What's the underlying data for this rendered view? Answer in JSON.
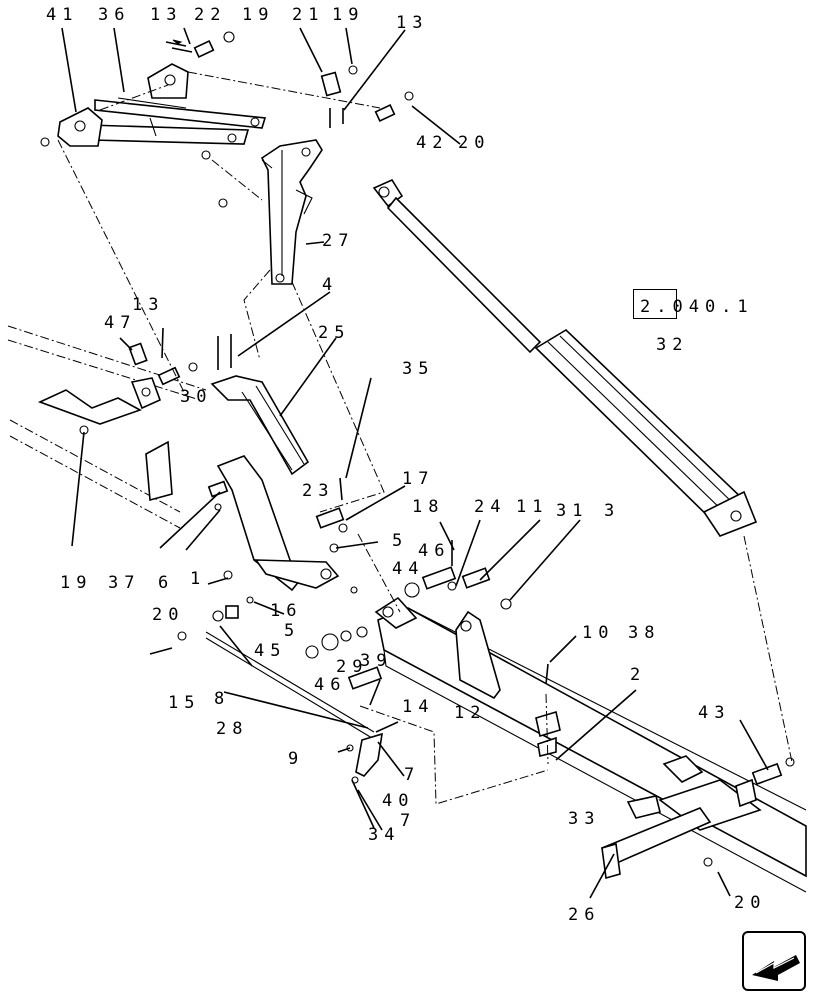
{
  "callouts": [
    {
      "id": "c-41",
      "text": "41"
    },
    {
      "id": "c-36",
      "text": "36"
    },
    {
      "id": "c-13a",
      "text": "13"
    },
    {
      "id": "c-22",
      "text": "22"
    },
    {
      "id": "c-19a",
      "text": "19"
    },
    {
      "id": "c-21",
      "text": "21"
    },
    {
      "id": "c-19b",
      "text": "19"
    },
    {
      "id": "c-13b",
      "text": "13"
    },
    {
      "id": "c-42",
      "text": "42"
    },
    {
      "id": "c-20a",
      "text": "20"
    },
    {
      "id": "c-27",
      "text": "27"
    },
    {
      "id": "c-4",
      "text": "4"
    },
    {
      "id": "c-47a",
      "text": "47"
    },
    {
      "id": "c-13c",
      "text": "13"
    },
    {
      "id": "c-25",
      "text": "25"
    },
    {
      "id": "c-30",
      "text": "30"
    },
    {
      "id": "c-35",
      "text": "35"
    },
    {
      "id": "c-32",
      "text": "32"
    },
    {
      "id": "c-17",
      "text": "17"
    },
    {
      "id": "c-23",
      "text": "23"
    },
    {
      "id": "c-18",
      "text": "18"
    },
    {
      "id": "c-24",
      "text": "24"
    },
    {
      "id": "c-11",
      "text": "11"
    },
    {
      "id": "c-31",
      "text": "31"
    },
    {
      "id": "c-3a",
      "text": "3"
    },
    {
      "id": "c-5a",
      "text": "5"
    },
    {
      "id": "c-46a",
      "text": "46"
    },
    {
      "id": "c-44",
      "text": "44"
    },
    {
      "id": "c-19c",
      "text": "19"
    },
    {
      "id": "c-37",
      "text": "37"
    },
    {
      "id": "c-6",
      "text": "6"
    },
    {
      "id": "c-1",
      "text": "1"
    },
    {
      "id": "c-20b",
      "text": "20"
    },
    {
      "id": "c-16",
      "text": "16"
    },
    {
      "id": "c-5b",
      "text": "5"
    },
    {
      "id": "c-45",
      "text": "45"
    },
    {
      "id": "c-29",
      "text": "29"
    },
    {
      "id": "c-39",
      "text": "39"
    },
    {
      "id": "c-46b",
      "text": "46"
    },
    {
      "id": "c-10",
      "text": "10"
    },
    {
      "id": "c-38",
      "text": "38"
    },
    {
      "id": "c-2",
      "text": "2"
    },
    {
      "id": "c-15",
      "text": "15"
    },
    {
      "id": "c-8",
      "text": "8"
    },
    {
      "id": "c-14",
      "text": "14"
    },
    {
      "id": "c-28",
      "text": "28"
    },
    {
      "id": "c-12",
      "text": "12"
    },
    {
      "id": "c-9",
      "text": "9"
    },
    {
      "id": "c-7",
      "text": "7"
    },
    {
      "id": "c-40",
      "text": "40"
    },
    {
      "id": "c-34",
      "text": "34"
    },
    {
      "id": "c-47b",
      "text": "7"
    },
    {
      "id": "c-43",
      "text": "43"
    },
    {
      "id": "c-33",
      "text": "33"
    },
    {
      "id": "c-26",
      "text": "26"
    },
    {
      "id": "c-20c",
      "text": "20"
    }
  ],
  "reference": {
    "text": "2.040.1"
  },
  "nav": {
    "icon": "previous-arrow-icon"
  }
}
